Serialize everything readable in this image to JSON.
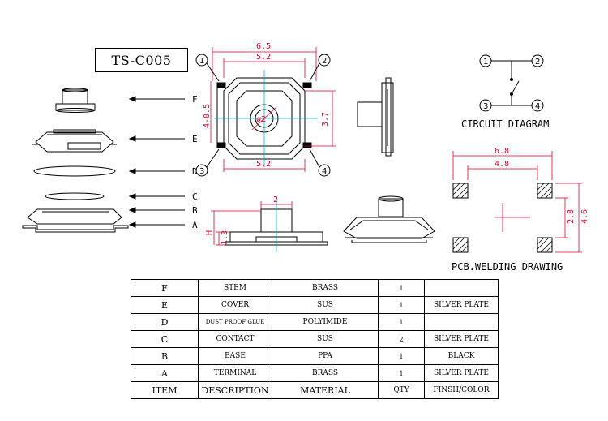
{
  "model": "TS-C005",
  "explode_labels": [
    "F",
    "E",
    "D",
    "C",
    "B",
    "A"
  ],
  "pin_numbers": [
    "1",
    "2",
    "3",
    "4"
  ],
  "top_view_dims": {
    "outer_width": "6.5",
    "inner_width": "5.2",
    "bottom_width": "5.2",
    "height_right": "3.7",
    "left_dim": "4-0.5",
    "diameter": "ø2"
  },
  "side_view_dims": {
    "stem_width": "2",
    "height_label": "H",
    "base_height": "1.3"
  },
  "circuit": {
    "caption": "CIRCUIT DIAGRAM"
  },
  "pcb": {
    "caption": "PCB.WELDING DRAWING",
    "dim_outer_w": "6.8",
    "dim_inner_w": "4.8",
    "dim_inner_h": "2.8",
    "dim_outer_h": "4.6"
  },
  "bom": {
    "rows": [
      {
        "item": "F",
        "desc": "STEM",
        "mat": "BRASS",
        "qty": "1",
        "fin": ""
      },
      {
        "item": "E",
        "desc": "COVER",
        "mat": "SUS",
        "qty": "1",
        "fin": "SILVER PLATE"
      },
      {
        "item": "D",
        "desc": "DUST PROOF GLUE",
        "mat": "POLYIMIDE",
        "qty": "1",
        "fin": ""
      },
      {
        "item": "C",
        "desc": "CONTACT",
        "mat": "SUS",
        "qty": "2",
        "fin": "SILVER PLATE"
      },
      {
        "item": "B",
        "desc": "BASE",
        "mat": "PPA",
        "qty": "1",
        "fin": "BLACK"
      },
      {
        "item": "A",
        "desc": "TERMINAL",
        "mat": "BRASS",
        "qty": "1",
        "fin": "SILVER PLATE"
      }
    ],
    "header": {
      "item": "ITEM",
      "desc": "DESCRIPTION",
      "mat": "MATERIAL",
      "qty": "QTY",
      "fin": "FINSH/COLOR"
    }
  }
}
